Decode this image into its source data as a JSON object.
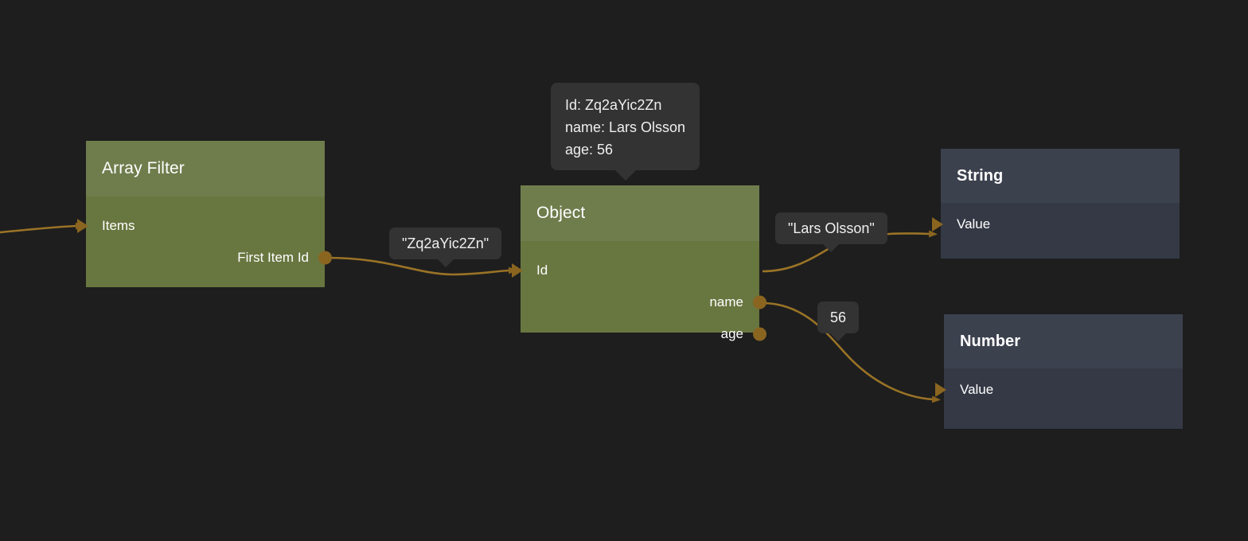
{
  "canvas": {
    "background": "#1e1e1e",
    "edge_color": "#9a7326",
    "port_color": "#8a6520",
    "green_header": "#6f7d4d",
    "green_body": "#687640",
    "dark_header": "#3c414e",
    "dark_body": "#343945",
    "bubble_bg": "#333333"
  },
  "nodes": [
    {
      "id": "array-filter",
      "title": "Array Filter",
      "kind": "green",
      "inputs": [
        {
          "label": "Items"
        }
      ],
      "outputs": [
        {
          "label": "First Item Id"
        }
      ]
    },
    {
      "id": "object",
      "title": "Object",
      "kind": "green",
      "inputs": [
        {
          "label": "Id"
        }
      ],
      "outputs": [
        {
          "label": "name"
        },
        {
          "label": "age"
        }
      ]
    },
    {
      "id": "string",
      "title": "String",
      "kind": "dark",
      "inputs": [
        {
          "label": "Value"
        }
      ],
      "outputs": []
    },
    {
      "id": "number",
      "title": "Number",
      "kind": "dark",
      "inputs": [
        {
          "label": "Value"
        }
      ],
      "outputs": []
    }
  ],
  "tooltip": {
    "lines": [
      "Id: Zq2aYic2Zn",
      "name: Lars Olsson",
      "age: 56"
    ]
  },
  "edge_labels": {
    "first_item_id": "\"Zq2aYic2Zn\"",
    "name": "\"Lars Olsson\"",
    "age": "56"
  }
}
